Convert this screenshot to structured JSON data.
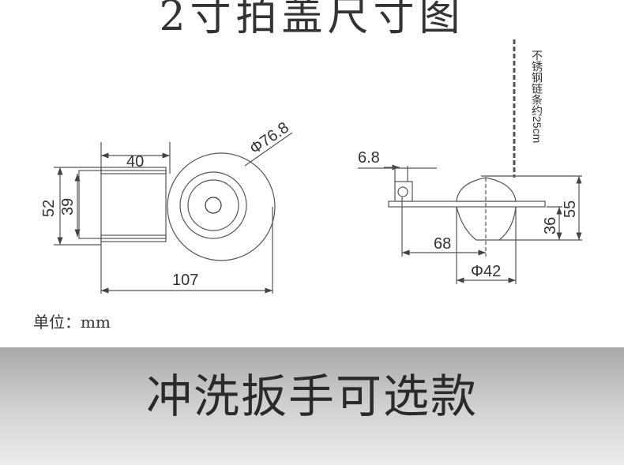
{
  "title": "2寸拍盖尺寸图",
  "top_view": {
    "dim_width_cylinder": "40",
    "dim_diameter": "Φ76.8",
    "dim_height_outer": "52",
    "dim_height_inner": "39",
    "dim_total_length": "107"
  },
  "side_view": {
    "dim_hole": "6.8",
    "dim_length": "68",
    "dim_bulb_diameter": "Φ42",
    "dim_total_height": "55",
    "dim_bulb_height": "36",
    "chain_note": "不锈钢链条约25cm"
  },
  "unit_label": "单位：mm",
  "banner_text": "冲洗扳手可选款",
  "colors": {
    "line": "#555555",
    "text": "#333333",
    "banner": "#bdbdbd"
  }
}
